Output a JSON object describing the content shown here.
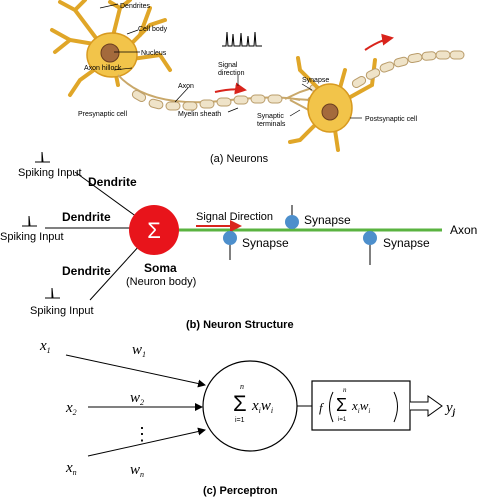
{
  "panel_a": {
    "caption": "(a) Neurons",
    "labels": {
      "dendrites": "Dendrites",
      "cell_body": "Cell body",
      "nucleus": "Nucleus",
      "axon_hillock": "Axon hillock",
      "presynaptic_cell": "Presynaptic cell",
      "axon": "Axon",
      "signal_direction_1": "Signal",
      "signal_direction_2": "direction",
      "myelin_sheath": "Myelin sheath",
      "synaptic_terminals_1": "Synaptic",
      "synaptic_terminals_2": "terminals",
      "synapse": "Synapse",
      "postsynaptic_cell": "Postsynaptic cell"
    }
  },
  "panel_b": {
    "caption": "(b) Neuron Structure",
    "spiking_input": "Spiking Input",
    "dendrite": "Dendrite",
    "sigma": "Σ",
    "soma": "Soma",
    "soma_sub": "(Neuron body)",
    "signal_direction": "Signal Direction",
    "synapse": "Synapse",
    "axon": "Axon"
  },
  "panel_c": {
    "caption": "(c) Perceptron",
    "x": "x",
    "w": "w",
    "sub1": "1",
    "sub2": "2",
    "subn": "n",
    "dots": "⋮",
    "sum_upper": "n",
    "sum_lower": "i=1",
    "sum_term": "x",
    "sum_sub_i": "i",
    "sum_term_w": "w",
    "sigma": "Σ",
    "f": "f",
    "y": "y",
    "y_sub": "j"
  },
  "colors": {
    "soma": "#e8141b",
    "axon_line": "#5ab340",
    "synapse": "#4d8fcc",
    "neuron_body": "#f2c44a",
    "signal_arrow": "#d9241c"
  }
}
